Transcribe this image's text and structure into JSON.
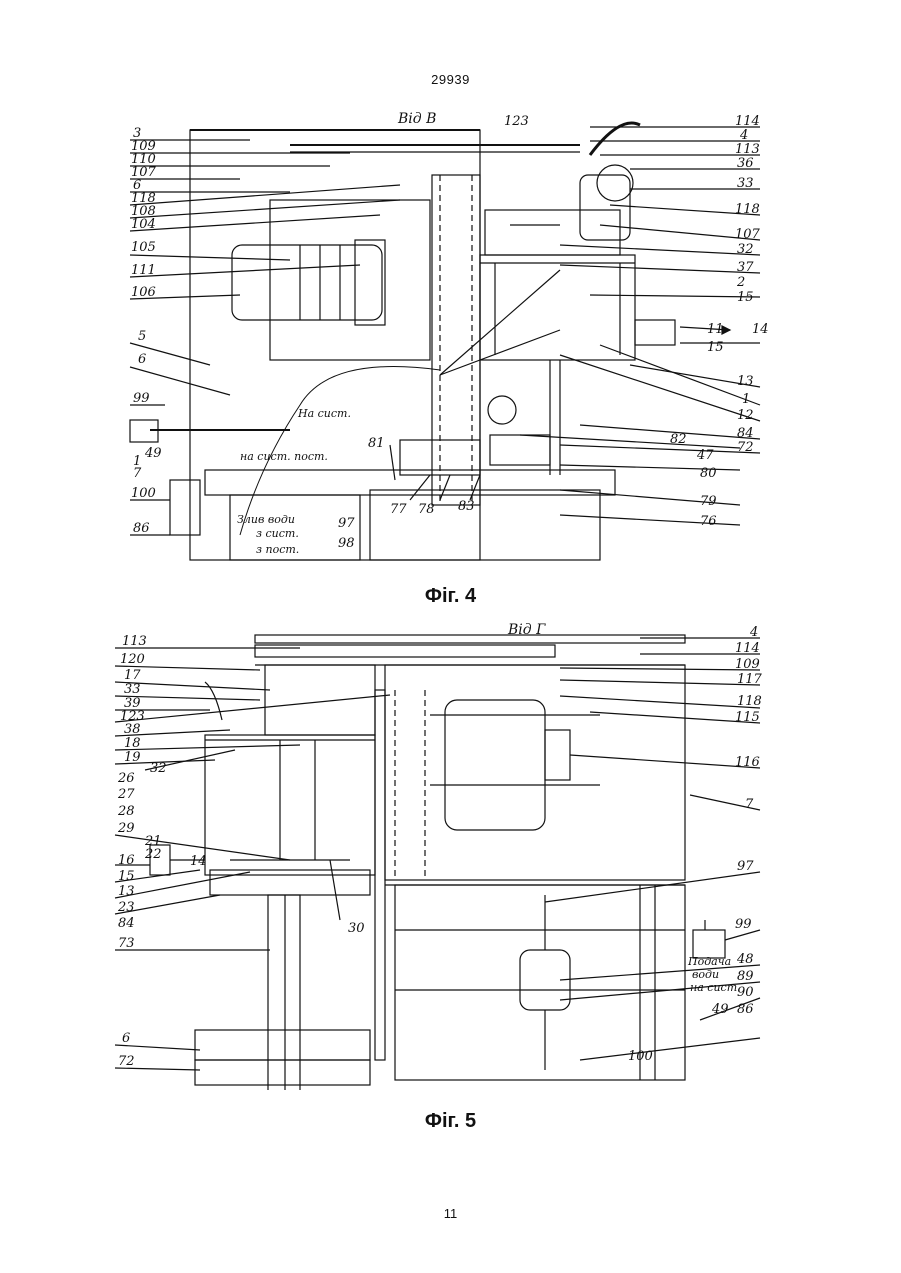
{
  "page": {
    "patent_number": "29939",
    "page_number": "11"
  },
  "fig4": {
    "caption": "Фіг. 4",
    "view_label": "Від В",
    "labels_left": [
      "3",
      "109",
      "110",
      "107",
      "6",
      "118",
      "108",
      "104",
      "105",
      "111",
      "106",
      "5",
      "6",
      "99",
      "49",
      "1",
      "7",
      "100",
      "86"
    ],
    "labels_right": [
      "114",
      "4",
      "113",
      "36",
      "33",
      "118",
      "107",
      "32",
      "37",
      "2",
      "15",
      "11",
      "15",
      "13",
      "1",
      "12",
      "84",
      "72",
      "82",
      "47",
      "80",
      "79",
      "76"
    ],
    "labels_bottom": [
      "81",
      "77",
      "78",
      "83",
      "97",
      "98"
    ],
    "label_top": "123",
    "arrow_14": "14",
    "notes": {
      "to_sys": "На сист.",
      "to_sys_post": "на сист. пост.",
      "drain": "Злив води",
      "from_sys": "з сист.",
      "from_post": "з пост."
    }
  },
  "fig5": {
    "caption": "Фіг. 5",
    "view_label": "Від Г",
    "labels_left": [
      "113",
      "120",
      "17",
      "33",
      "39",
      "123",
      "38",
      "18",
      "19",
      "32",
      "26",
      "27",
      "28",
      "29",
      "21",
      "22",
      "16",
      "15",
      "13",
      "14",
      "23",
      "84",
      "73",
      "6",
      "72"
    ],
    "labels_right": [
      "4",
      "114",
      "109",
      "117",
      "118",
      "115",
      "116",
      "7",
      "97",
      "99",
      "48",
      "89",
      "90",
      "49",
      "86",
      "100"
    ],
    "label_30": "30",
    "notes": {
      "supply": "Подача",
      "water": "води",
      "to_sys": "на сист."
    }
  }
}
